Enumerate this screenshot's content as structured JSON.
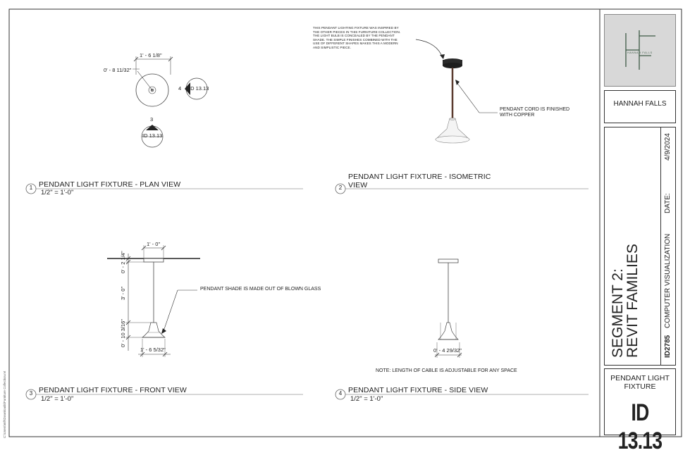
{
  "views": [
    {
      "number": "1",
      "title": "PENDANT LIGHT FIXTURE - PLAN VIEW",
      "scale": "1/2\" = 1'-0\""
    },
    {
      "number": "2",
      "title_line1": "PENDANT LIGHT FIXTURE - ISOMETRIC",
      "title_line2": "VIEW"
    },
    {
      "number": "3",
      "title": "PENDANT LIGHT FIXTURE - FRONT VIEW",
      "scale": "1/2\" = 1'-0\""
    },
    {
      "number": "4",
      "title": "PENDANT LIGHT FIXTURE - SIDE VIEW",
      "scale": "1/2\" = 1'-0\""
    }
  ],
  "plan": {
    "dim_width": "1' - 6 1/8\"",
    "dim_radius": "0' - 8 11/32\"",
    "tag_right_num": "4",
    "tag_right_label": "ID 13.13",
    "tag_bottom_num": "3",
    "tag_bottom_label": "ID 13.13"
  },
  "iso": {
    "description_lines": [
      "THIS PENDANT LIGHTING FIXTURE WAS INSPIRED BY",
      "THE OTHER PIECES IN THIS FURNITURE COLLECTION.",
      "THE LIGHT BULB IS CONCEALED BY THE PENDANT",
      "SHADE. THE SIMPLE FINISHES COMBINED WITH THE",
      "USE OF DIFFERENT SHAPES MAKES THIS A MODERN",
      "AND SIMPLISTIC PIECE."
    ],
    "cord_note_line1": "PENDANT CORD IS FINISHED",
    "cord_note_line2": "WITH COPPER"
  },
  "front": {
    "dim_top": "1' - 0\"",
    "dim_canopy": "0' - 2 1/4\"",
    "dim_cord": "3' - 0\"",
    "dim_shade": "0' - 10 3/16\"",
    "dim_bottom": "1' - 6 5/32\"",
    "shade_note": "PENDANT SHADE IS MADE OUT OF BLOWN GLASS"
  },
  "side": {
    "dim_bottom": "0' - 4 29/32\"",
    "cable_note": "NOTE: LENGTH OF CABLE IS ADJUSTABLE FOR ANY SPACE"
  },
  "title_block": {
    "logo_letters": "HF",
    "logo_text": "HANNAH FALLS",
    "company": "HANNAH FALLS",
    "segment_line1": "SEGMENT 2:",
    "segment_line2": "REVIT FAMILIES",
    "course_code": "ID2785",
    "course_name": "COMPUTER VISUALIZATION",
    "date_label": "DATE:",
    "date_value": "4/9/2024",
    "sheet_title": "PENDANT LIGHT FIXTURE",
    "sheet_number": "ID 13.13"
  },
  "file_path": "C:\\Users\\mfr\\Downloads\\Furniture Collection.rvt",
  "colors": {
    "logo_green": "#3d5a45",
    "cord": "#5a3a2e",
    "line": "#333333"
  }
}
